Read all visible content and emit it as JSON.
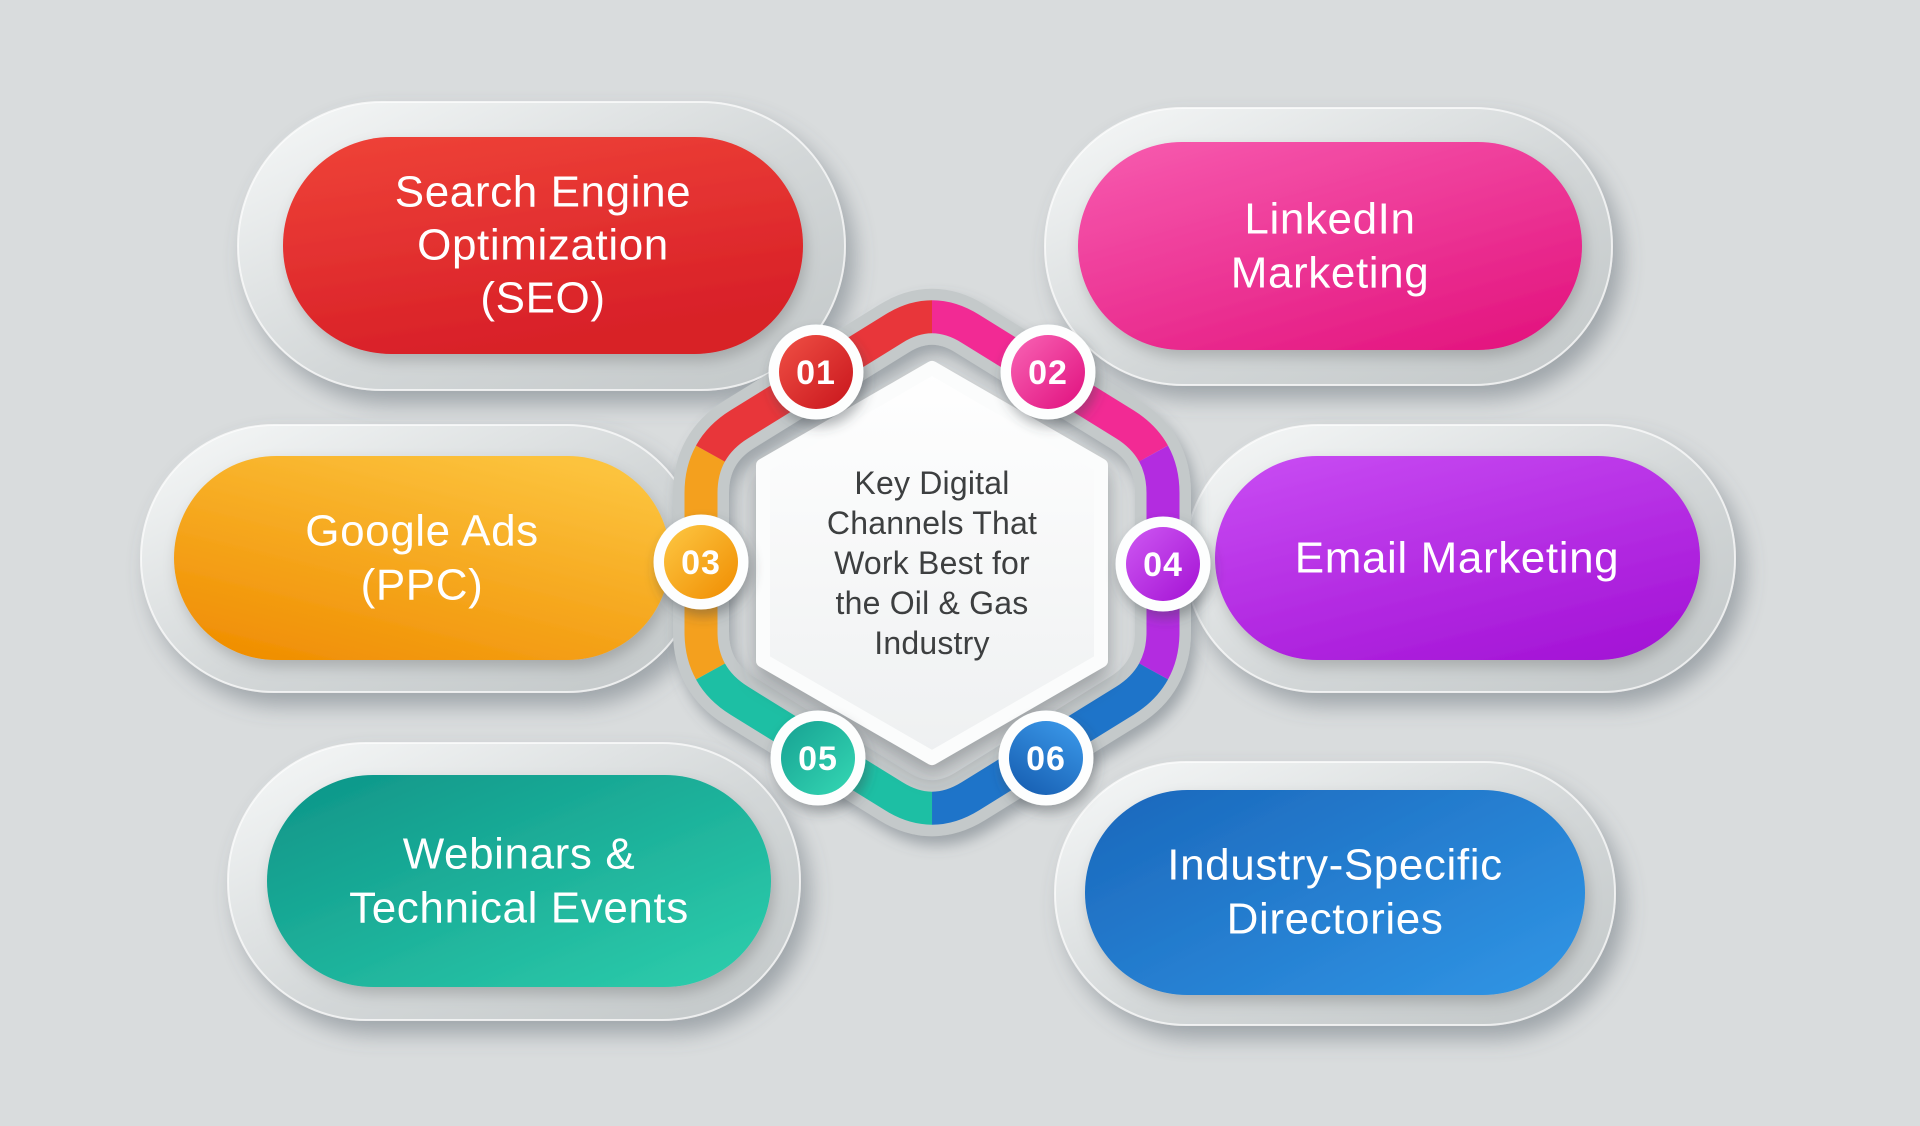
{
  "canvas": {
    "background": "#d9dcdd"
  },
  "center": {
    "full_text": "Key Digital Channels That Work Best for the Oil & Gas Industry",
    "lines": [
      "Key Digital",
      "Channels That",
      "Work Best for",
      "the Oil & Gas",
      "Industry"
    ]
  },
  "items": [
    {
      "number": "01",
      "title": "Search Engine Optimization (SEO)",
      "lines": [
        "Search Engine",
        "Optimization",
        "(SEO)"
      ],
      "color": "#e23a31",
      "band_color": "#e8363a"
    },
    {
      "number": "02",
      "title": "LinkedIn Marketing",
      "lines": [
        "LinkedIn",
        "Marketing"
      ],
      "color": "#ee3a98",
      "band_color": "#f22a94"
    },
    {
      "number": "03",
      "title": "Google Ads (PPC)",
      "lines": [
        "Google Ads",
        "(PPC)"
      ],
      "color": "#f5a01c",
      "band_color": "#f4a01e"
    },
    {
      "number": "04",
      "title": "Email Marketing",
      "lines": [
        "Email Marketing"
      ],
      "color": "#b52ce2",
      "band_color": "#b32ce0"
    },
    {
      "number": "05",
      "title": "Webinars & Technical Events",
      "lines": [
        "Webinars &",
        "Technical Events"
      ],
      "color": "#17b09c",
      "band_color": "#1dbfa4"
    },
    {
      "number": "06",
      "title": "Industry-Specific Directories",
      "lines": [
        "Industry-Specific",
        "Directories"
      ],
      "color": "#1f76cc",
      "band_color": "#1e74c9"
    }
  ]
}
